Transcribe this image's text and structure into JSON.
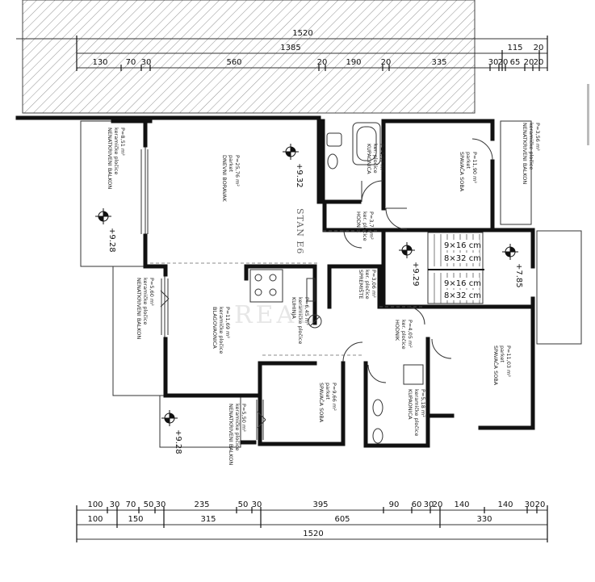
{
  "top_dims": {
    "total": "1520",
    "sub": [
      "1385",
      "115",
      "20"
    ],
    "row": [
      "130",
      "70",
      "30",
      "560",
      "20",
      "190",
      "20",
      "335",
      "30",
      "20",
      "65",
      "20",
      "20"
    ]
  },
  "bottom_dims": {
    "row1": [
      "100",
      "30",
      "70",
      "50",
      "30",
      "235",
      "50",
      "30",
      "395",
      "90",
      "60",
      "30",
      "20",
      "140",
      "140",
      "30",
      "20"
    ],
    "row2": [
      "100",
      "150",
      "315",
      "605",
      "330"
    ],
    "total": "1520"
  },
  "rooms": {
    "dnevni": {
      "name": "DNEVNI BORAVAK",
      "floor": "parket",
      "area": "P=25,76 m²"
    },
    "kupaonica1": {
      "name": "KUPAONICA",
      "floor": "ker. pločice",
      "area": "P=4,97 m²"
    },
    "spavaca1": {
      "name": "SPAVAĆA SOBA",
      "floor": "parket",
      "area": "P=11,90 m²"
    },
    "balkon_ne": {
      "name": "NENATKRIVENI BALKON",
      "floor": "keramičke pločice",
      "area": "P=3,56 m²"
    },
    "balkon_w1": {
      "name": "NENATKRIVENI BALKON",
      "floor": "keramičke pločice",
      "area": "P=8,51 m²"
    },
    "hodnik1": {
      "name": "HODNIK",
      "floor": "ker. pločice",
      "area": "P=3,71 m²"
    },
    "spremiste": {
      "name": "SPREMIŠTE",
      "floor": "ker. pločice",
      "area": "P=3,06 m²"
    },
    "kuhinja": {
      "name": "KUHINJA",
      "floor": "keramičke pločice",
      "area": "P=6,45 m²"
    },
    "blagovaonica": {
      "name": "BLAGOVAONICA",
      "floor": "keramičke pločice",
      "area": "P=11,69 m²"
    },
    "balkon_w2": {
      "name": "NENATKRIVENI BALKON",
      "floor": "keramičke pločice",
      "area": "P=5,60 m²"
    },
    "hodnik2": {
      "name": "HODNIK",
      "floor": "ker. pločice",
      "area": "P=4,05 m²"
    },
    "spavaca2": {
      "name": "SPAVAĆA SOBA",
      "floor": "parket",
      "area": "P=11,03 m²"
    },
    "spavaca3": {
      "name": "SPAVAĆA SOBA",
      "floor": "parket",
      "area": "P=9,66 m²"
    },
    "kupaonica2": {
      "name": "KUPAONICA",
      "floor": "keramičke pločice",
      "area": "P=5,18 m²"
    },
    "balkon_s": {
      "name": "NENATKRIVENI BALKON",
      "floor": "keramičke pločice",
      "area": "P=5,50 m²"
    }
  },
  "unit_label": "STAN E6",
  "levels": [
    "+9.32",
    "+9.28",
    "+9.29",
    "+7.85",
    "+9.28"
  ],
  "stairs": [
    "9×16 cm",
    "8×32 cm",
    "9×16 cm",
    "8×32 cm"
  ]
}
